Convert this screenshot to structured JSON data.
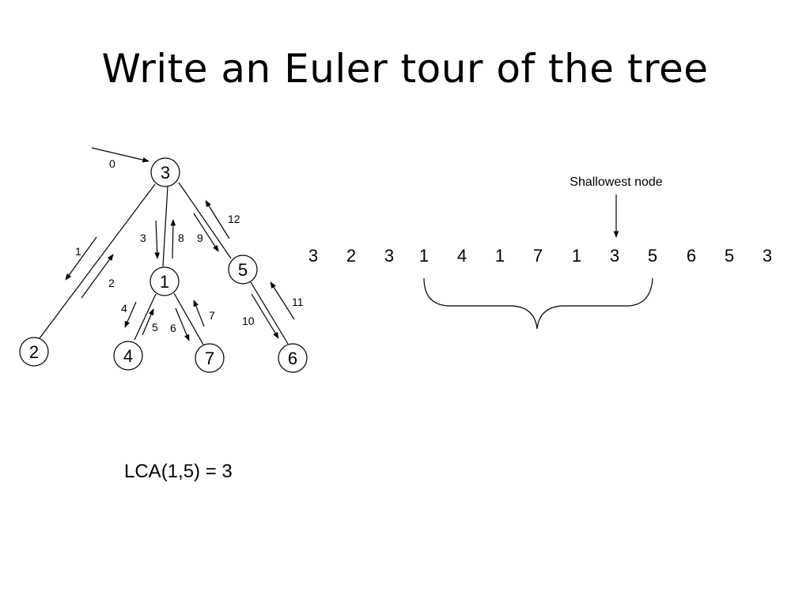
{
  "slide": {
    "title": "Write an Euler tour of the tree",
    "annotation": "Shallowest node",
    "lca_result": "LCA(1,5) = 3"
  },
  "tree": {
    "nodes": [
      {
        "id": "n3",
        "label": "3"
      },
      {
        "id": "n2",
        "label": "2"
      },
      {
        "id": "n1",
        "label": "1"
      },
      {
        "id": "n5",
        "label": "5"
      },
      {
        "id": "n4",
        "label": "4"
      },
      {
        "id": "n7",
        "label": "7"
      },
      {
        "id": "n6",
        "label": "6"
      }
    ],
    "edges": [
      {
        "from": "n3",
        "to": "n2"
      },
      {
        "from": "n3",
        "to": "n1"
      },
      {
        "from": "n3",
        "to": "n5"
      },
      {
        "from": "n1",
        "to": "n4"
      },
      {
        "from": "n1",
        "to": "n7"
      },
      {
        "from": "n5",
        "to": "n6"
      }
    ],
    "step_labels": [
      "0",
      "1",
      "2",
      "3",
      "4",
      "5",
      "6",
      "7",
      "8",
      "9",
      "10",
      "11",
      "12"
    ]
  },
  "euler_tour": [
    "3",
    "2",
    "3",
    "1",
    "4",
    "1",
    "7",
    "1",
    "3",
    "5",
    "6",
    "5",
    "3"
  ]
}
